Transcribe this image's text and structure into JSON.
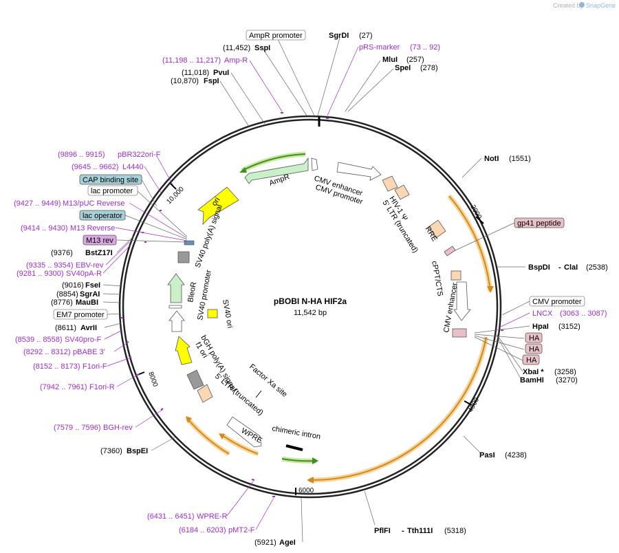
{
  "watermark": {
    "created_by": "Created by",
    "brand": "SnapGene"
  },
  "plasmid": {
    "name": "pBOBI N-HA HIF2a",
    "size": "11,542 bp"
  },
  "ticks": {
    "t2000": "2000",
    "t4000": "4000",
    "t6000": "6000",
    "t8000": "8000",
    "t10000": "10,000"
  },
  "sites": {
    "sgrdi": {
      "name": "SgrDI",
      "pos": "(27)"
    },
    "mlui": {
      "name": "MluI",
      "pos": "(257)"
    },
    "spei": {
      "name": "SpeI",
      "pos": "(278)"
    },
    "noti": {
      "name": "NotI",
      "pos": "(1551)"
    },
    "bspdi": {
      "name": "BspDI",
      "name2": "ClaI",
      "pos": "(2538)"
    },
    "hpai": {
      "name": "HpaI",
      "pos": "(3152)"
    },
    "xbai": {
      "name": "XbaI *",
      "pos": "(3258)"
    },
    "bamhi": {
      "name": "BamHI",
      "pos": "(3270)"
    },
    "pasi": {
      "name": "PasI",
      "pos": "(4238)"
    },
    "pflfi": {
      "name": "PflFI",
      "name2": "Tth111I",
      "pos": "(5318)"
    },
    "agei": {
      "name": "AgeI",
      "pos": "(5921)"
    },
    "bspei": {
      "name": "BspEI",
      "pos": "(7360)"
    },
    "avrii": {
      "name": "AvrII",
      "pos": "(8611)"
    },
    "maubi": {
      "name": "MauBI",
      "pos": "(8776)"
    },
    "sgrai": {
      "name": "SgrAI",
      "pos": "(8854)"
    },
    "fsei": {
      "name": "FseI",
      "pos": "(9016)"
    },
    "bstz17i": {
      "name": "BstZ17I",
      "pos": "(9376)"
    },
    "fspi": {
      "name": "FspI",
      "pos": "(10,870)"
    },
    "pvui": {
      "name": "PvuI",
      "pos": "(11,018)"
    },
    "sspi": {
      "name": "SspI",
      "pos": "(11,452)"
    }
  },
  "primers": {
    "prs": {
      "name": "pRS-marker",
      "range": "(73 .. 92)"
    },
    "ampr": {
      "name": "Amp-R",
      "range": "(11,198 .. 11,217)"
    },
    "pbr": {
      "name": "pBR322ori-F",
      "range": "(9896 .. 9915)"
    },
    "l4440": {
      "name": "L4440",
      "range": "(9645 .. 9662)"
    },
    "m13puc": {
      "name": "M13/pUC Reverse",
      "range": "(9427 .. 9449)"
    },
    "m13r": {
      "name": "M13 Reverse",
      "range": "(9414 .. 9430)"
    },
    "ebv": {
      "name": "EBV-rev",
      "range": "(9335 .. 9354)"
    },
    "sv40pa": {
      "name": "SV40pA-R",
      "range": "(9281 .. 9300)"
    },
    "sv40pro": {
      "name": "SV40pro-F",
      "range": "(8539 .. 8558)"
    },
    "pbabe": {
      "name": "pBABE 3'",
      "range": "(8292 .. 8312)"
    },
    "f1orif": {
      "name": "F1ori-F",
      "range": "(8152 .. 8173)"
    },
    "f1orir": {
      "name": "F1ori-R",
      "range": "(7942 .. 7961)"
    },
    "bgh": {
      "name": "BGH-rev",
      "range": "(7579 .. 7596)"
    },
    "wpre": {
      "name": "WPRE-R",
      "range": "(6431 .. 6451)"
    },
    "pmt2": {
      "name": "pMT2-F",
      "range": "(6184 .. 6203)"
    },
    "lncx": {
      "name": "LNCX",
      "range": "(3063 .. 3087)"
    }
  },
  "boxed": {
    "amprprom": "AmpR promoter",
    "cap": "CAP binding site",
    "lacprom": "lac promoter",
    "lacop": "lac operator",
    "m13rev": "M13 rev",
    "em7": "EM7 promoter",
    "gp41": "gp41 peptide",
    "cmvprom": "CMV promoter",
    "ha1": "HA",
    "ha2": "HA",
    "ha3": "HA"
  },
  "features": {
    "ampr": "AmpR",
    "ori": "ori",
    "sv40pa": "SV40 poly(A) signal",
    "bleor": "BleoR",
    "sv40prom": "SV40 promoter",
    "sv40ori": "SV40 ori",
    "bgh": "bGH poly(A) signal",
    "f1": "f1 ori",
    "ltr3": "5' LTR (truncated)",
    "factorxa": "Factor Xa site",
    "wpre": "WPRE",
    "chimeric": "chimeric intron",
    "cmvenh": "CMV enhancer",
    "cmvprom": "CMV promoter",
    "hiv": "HIV-1 Ψ",
    "ltr5": "5' LTR (truncated)",
    "rre": "RRE",
    "cppt": "cPPT/CTS",
    "cmvenh2": "CMV enhancer"
  },
  "colors": {
    "purple": "#9b2fc7",
    "orange": "#f0a830",
    "green": "#3f8f1f",
    "yellow": "#ffff00",
    "teal_box": "#a8d0d8",
    "pink_box": "#e8c0c8"
  }
}
